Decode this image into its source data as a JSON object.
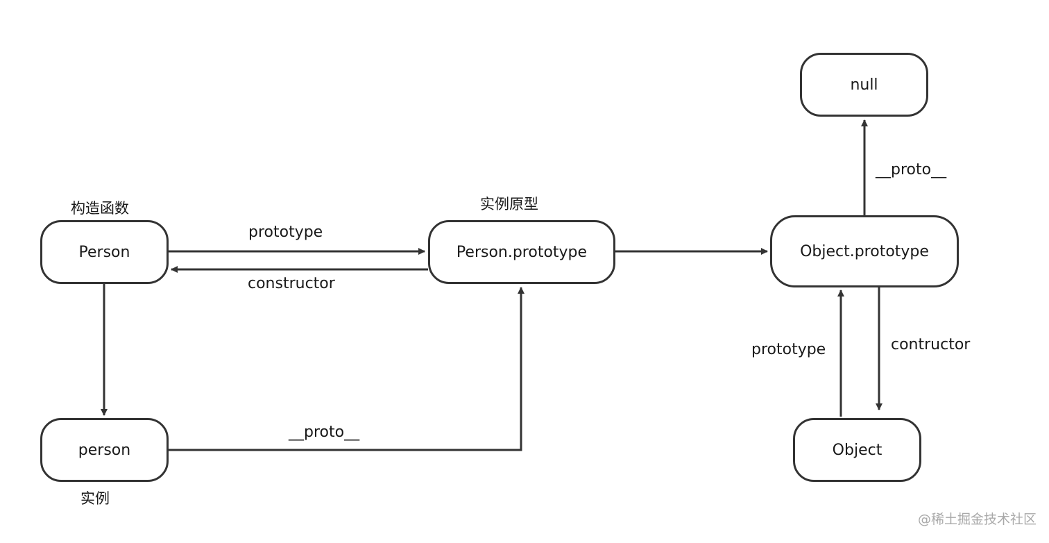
{
  "nodes": {
    "person_ctor": "Person",
    "person_proto": "Person.prototype",
    "object_proto": "Object.prototype",
    "null": "null",
    "person_instance": "person",
    "object_ctor": "Object"
  },
  "captions": {
    "constructor_fn": "构造函数",
    "instance_proto": "实例原型",
    "instance": "实例"
  },
  "edge_labels": {
    "prototype_top": "prototype",
    "constructor": "constructor",
    "proto_bottom": "__proto__",
    "proto_right": "__proto__",
    "prototype_right": "prototype",
    "contructor_right": "contructor"
  },
  "watermark": "@稀土掘金技术社区"
}
